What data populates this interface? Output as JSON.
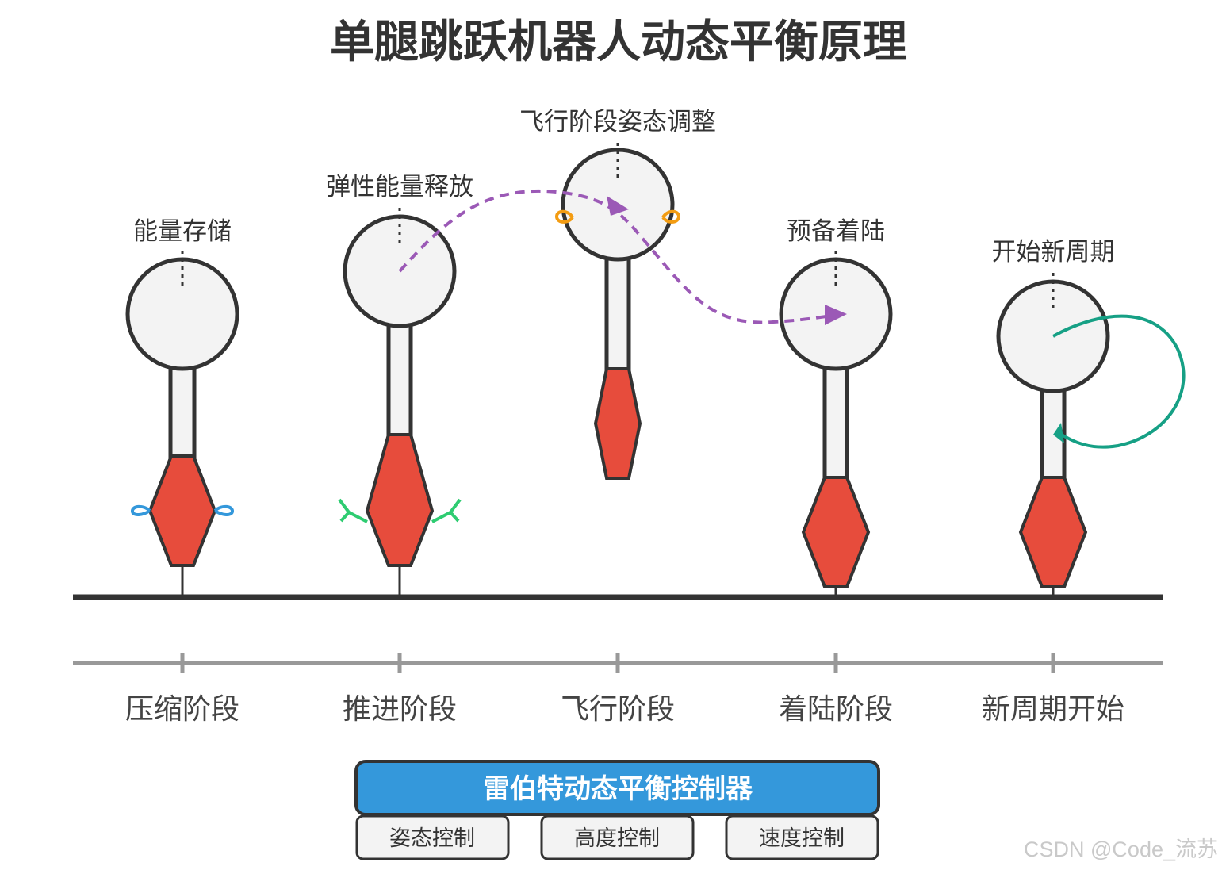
{
  "title": "单腿跳跃机器人动态平衡原理",
  "stages": [
    {
      "annotation": "能量存储",
      "phase_label": "压缩阶段"
    },
    {
      "annotation": "弹性能量释放",
      "phase_label": "推进阶段"
    },
    {
      "annotation": "飞行阶段姿态调整",
      "phase_label": "飞行阶段"
    },
    {
      "annotation": "预备着陆",
      "phase_label": "着陆阶段"
    },
    {
      "annotation": "开始新周期",
      "phase_label": "新周期开始"
    }
  ],
  "controller": {
    "title": "雷伯特动态平衡控制器",
    "modules": [
      "姿态控制",
      "高度控制",
      "速度控制"
    ]
  },
  "watermark": "CSDN @Code_流苏",
  "colors": {
    "body_fill": "#f3f3f3",
    "outline": "#333333",
    "leg_red": "#e74c3c",
    "trajectory_purple": "#9b59b6",
    "cycle_teal": "#16a085",
    "spring_blue": "#3498db",
    "thrust_green": "#2ecc71",
    "adjust_orange": "#f39c12",
    "controller_blue": "#3498db",
    "timeline_gray": "#999999"
  }
}
